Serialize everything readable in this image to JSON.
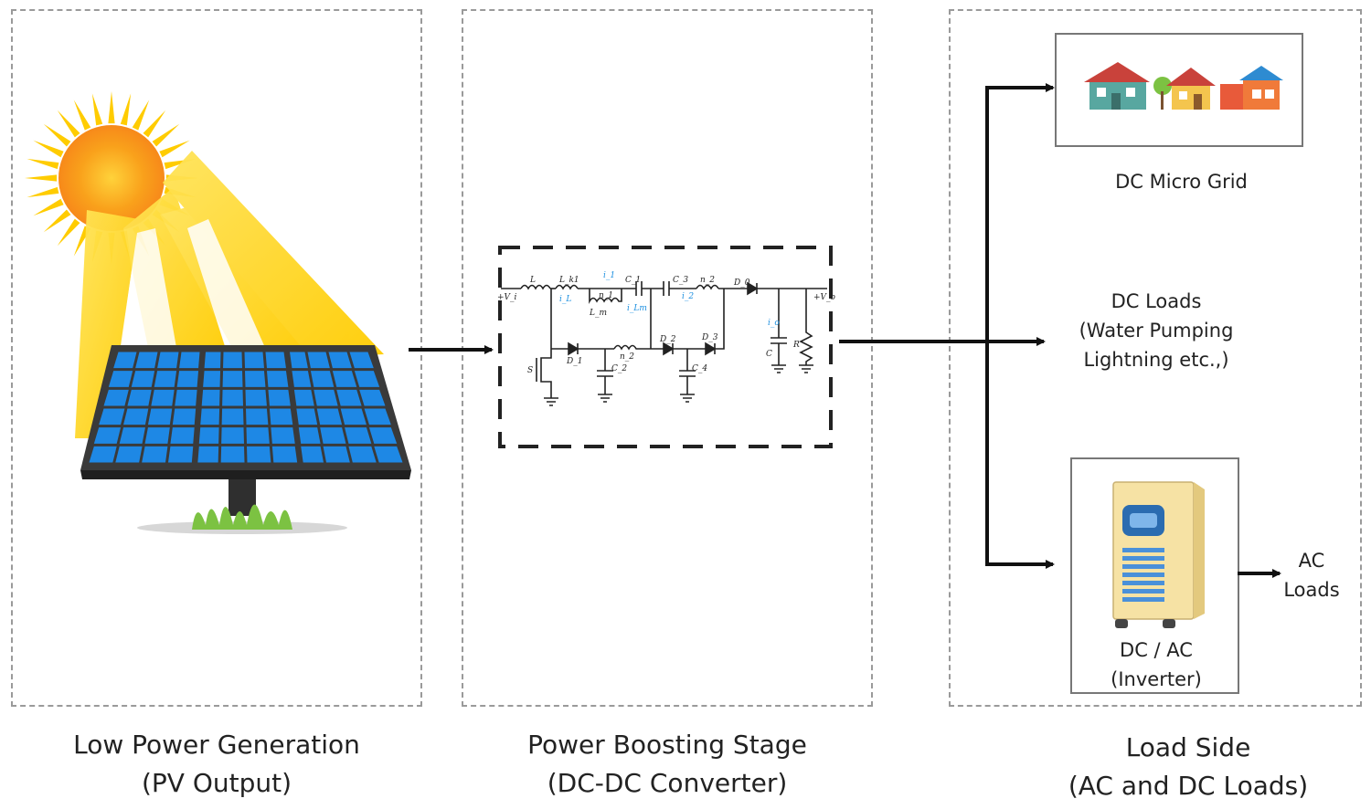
{
  "panels": {
    "pv": {
      "caption_line1": "Low Power Generation",
      "caption_line2": "(PV Output)"
    },
    "boost": {
      "caption_line1": "Power Boosting Stage",
      "caption_line2": "(DC-DC Converter)"
    },
    "load": {
      "caption_line1": "Load Side",
      "caption_line2": "(AC and DC Loads)"
    }
  },
  "loads": {
    "microgrid": "DC Micro Grid",
    "dc_loads_line1": "DC Loads",
    "dc_loads_line2": "(Water Pumping",
    "dc_loads_line3": "Lightning etc.,)",
    "inverter_line1": "DC / AC",
    "inverter_line2": "(Inverter)",
    "ac_loads_line1": "AC",
    "ac_loads_line2": "Loads"
  },
  "circuit": {
    "labels": [
      "L",
      "L_k1",
      "i_1",
      "C_1",
      "C_3",
      "n_2",
      "D_0",
      "+V_i",
      "i_L",
      "n_1",
      "L_m",
      "i_Lm",
      "i_2",
      "+V_o",
      "S",
      "D_1",
      "n_2",
      "C_2",
      "D_2",
      "D_3",
      "C_4",
      "C",
      "R",
      "i_o"
    ]
  },
  "colors": {
    "panel_border": "#9a9a9a",
    "sun_core": "#f9a11b",
    "sun_rays": "#ffcc00",
    "beam": "#ffd21a",
    "solar_cell": "#1e88e5",
    "panel_frame": "#3a3a3a",
    "grass": "#7cc242",
    "circuit_accent": "#1e90e0",
    "inverter_body": "#f6e2a4",
    "inverter_vents": "#4a90d9"
  }
}
